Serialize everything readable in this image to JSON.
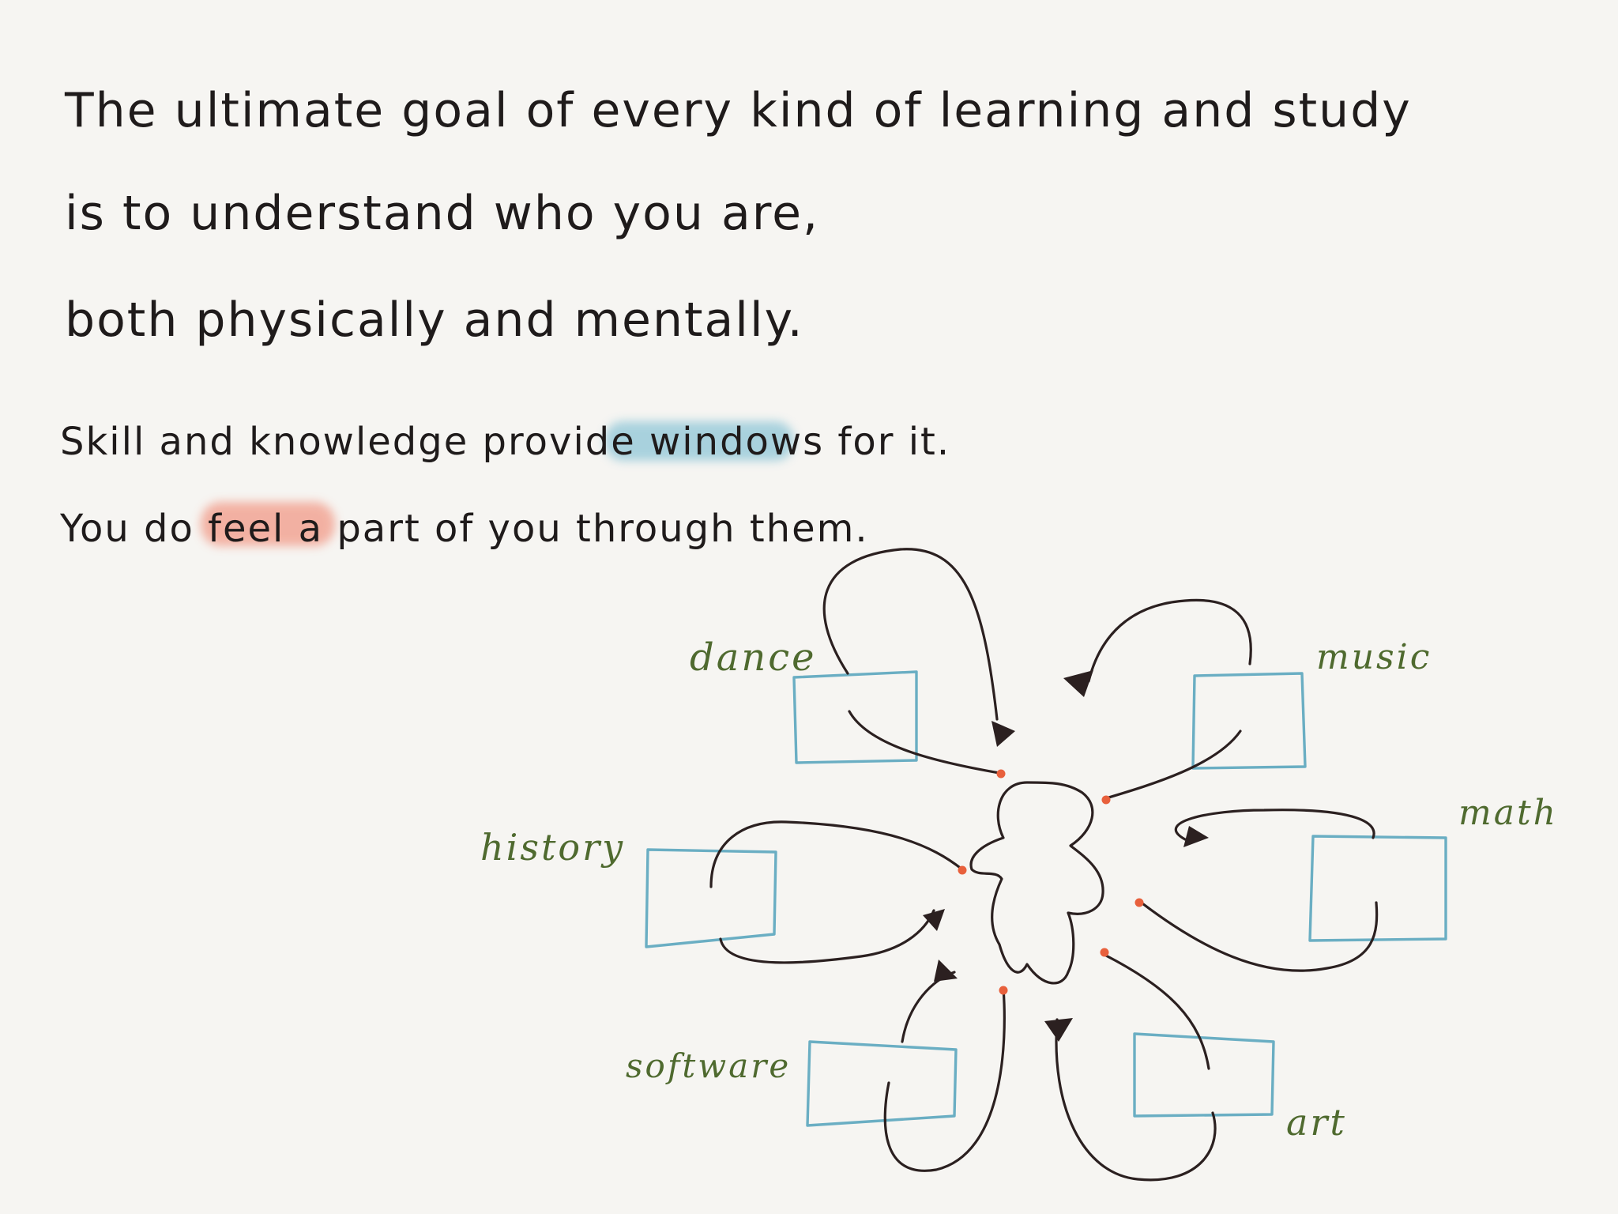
{
  "text": {
    "line1": "The ultimate goal of every kind of learning and study",
    "line2": "is to understand who you are,",
    "line3": "both physically and mentally.",
    "line4_pre": "Skill and knowledge provide ",
    "line4_hl": "windows",
    "line4_post": " for it.",
    "line5_pre": "You do ",
    "line5_hl": "feel",
    "line5_post": " a part of you through them."
  },
  "labels": {
    "dance": "dance",
    "music": "music",
    "history": "history",
    "math": "math",
    "software": "software",
    "art": "art"
  },
  "colors": {
    "ink": "#1f1b1b",
    "label": "#4f6a2f",
    "window": "#6aaec3",
    "highlight_blue": "#8fc6d7",
    "highlight_red": "#f2a08f",
    "dot": "#e8603c",
    "background": "#f6f5f2"
  }
}
